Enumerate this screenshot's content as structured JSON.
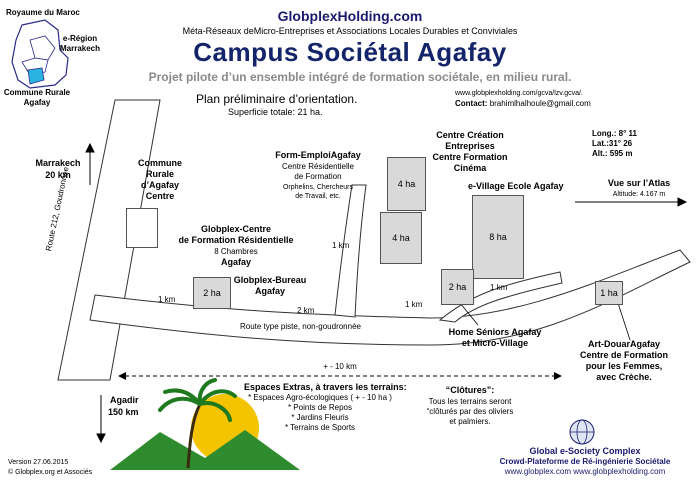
{
  "header": {
    "site": "GlobplexHolding.com",
    "subtitle": "Méta-Réseaux deMicro-Entreprises et Associations Locales Durables et Conviviales",
    "title": "Campus Sociétal Agafay",
    "tagline": "Projet pilote d’un ensemble intégré de formation sociétale, en milieu rural."
  },
  "plan": {
    "title": "Plan préliminaire d’orientation.",
    "area": "Superficie totale: 21 ha."
  },
  "contact": {
    "url": "www.globplexholding.com/gcva/lzv.gcva/.",
    "email_label": "Contact:",
    "email": "brahimlhalhoule@gmail.com"
  },
  "minimap": {
    "country": "Royaume du Maroc",
    "region_line1": "e-Région",
    "region_line2": "Marrakech",
    "commune_line1": "Commune Rurale",
    "commune_line2": "Agafay"
  },
  "coords": {
    "long": "Long.: 8° 11",
    "lat": "Lat.:31° 26",
    "alt": "Alt.: 595 m"
  },
  "directions": {
    "marrakech_line1": "Marrakech",
    "marrakech_line2": "20 km",
    "agadir_line1": "Agadir",
    "agadir_line2": "150 km",
    "atlas_line1": "Vue sur l’Atlas",
    "atlas_line2": "Altitude: 4.167 m",
    "extent": "+ - 10 km"
  },
  "roads": {
    "route212": "Route 212, Goudronnée",
    "piste": "Route type piste, non-goudronnée"
  },
  "distances": {
    "d1": "1 km",
    "d2": "2 km",
    "d3": "1 km",
    "d4": "1 km",
    "d5": "1 km"
  },
  "labels": {
    "commune": [
      "Commune",
      "Rurale",
      "d’Agafay",
      "Centre"
    ],
    "form_emploi_title": "Form-EmploiAgafay",
    "form_emploi_sub": [
      "Centre Résidentielle",
      "de Formation"
    ],
    "form_emploi_note": [
      "Orphelins, Chercheurs",
      "de Travail, etc."
    ],
    "centre_creation": [
      "Centre Création",
      "Entreprises",
      "Centre Formation",
      "Cinéma"
    ],
    "evillage": "e-Village Ecole Agafay",
    "globplex_centre": [
      "Globplex-Centre",
      "de Formation Résidentielle"
    ],
    "globplex_centre_rooms": "8 Chambres",
    "globplex_centre_place": "Agafay",
    "globplex_bureau": [
      "Globplex-Bureau",
      "Agafay"
    ],
    "home_seniors": [
      "Home Séniors Agafay",
      "et Micro-Village"
    ],
    "art_douar": [
      "Art-DouarAgafay",
      "Centre de Formation",
      "pour les Femmes,",
      "avec Crèche."
    ]
  },
  "plots": {
    "p_creation": "4 ha",
    "p_form": "4 ha",
    "p_evillage": "8 ha",
    "p_bureau": "2 ha",
    "p_home": "2 ha",
    "p_art": "1 ha"
  },
  "extras": {
    "title": "Espaces Extras, à travers les terrains:",
    "items": [
      "* Espaces Agro-écologiques ( + - 10 ha )",
      "* Points de Repos",
      "* Jardins Fleuris",
      "* Terrains de Sports"
    ]
  },
  "clotures": {
    "title": "“Clôtures”:",
    "lines": [
      "Tous les terrains seront",
      "“clôturés par des oliviers",
      "et palmiers."
    ]
  },
  "footer": {
    "version": "Version 27.06.2015",
    "copyright": "© Globplex.org et Associés",
    "brand": "Global e-Society Complex",
    "brand_sub": "Crowd-Plateforme de Ré-ingénierie Sociétale",
    "links": "www.globplex.com   www.globplexholding.com"
  },
  "colors": {
    "title": "#14246b",
    "tagline": "#8a8a8a",
    "plot": "#d9d9d9",
    "region_fill": "#2bb3e0",
    "sun": "#f5c400",
    "mountain": "#2e8b2e"
  }
}
